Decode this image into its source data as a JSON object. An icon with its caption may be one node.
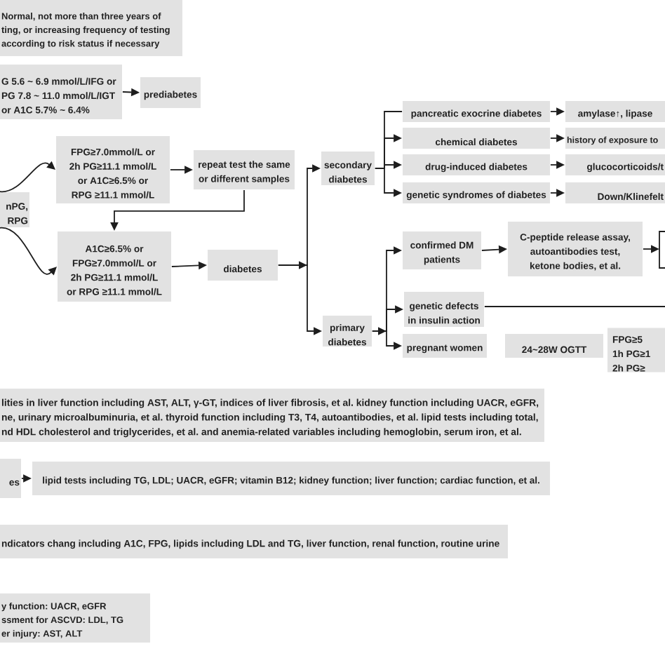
{
  "diagram": {
    "nodes": [
      {
        "text": [
          "Normal, not more than three years of ting, or increasing frequency of testing according to risk status if necessary"
        ]
      },
      {
        "text": [
          "G 5.6 ~ 6.9 mmol/L/IFG or PG 7.8 ~ 11.0 mmol/L/IGT or A1C 5.7% ~ 6.4%"
        ]
      },
      {
        "text": [
          "prediabetes"
        ]
      },
      {
        "text": [
          "nPG, RPG"
        ]
      },
      {
        "text": [
          "FPG≥7.0mmol/L or 2h PG≥11.1 mmol/L or A1C≥6.5% or RPG ≥11.1 mmol/L"
        ]
      },
      {
        "text": [
          "repeat test the same or different samples"
        ]
      },
      {
        "text": [
          "A1C≥6.5% or FPG≥7.0mmol/L or 2h PG≥11.1 mmol/L or RPG ≥11.1 mmol/L"
        ]
      },
      {
        "text": [
          "diabetes"
        ]
      },
      {
        "text": [
          "secondary diabetes"
        ]
      },
      {
        "text": [
          "primary diabetes"
        ]
      },
      {
        "text": [
          "pancreatic exocrine diabetes"
        ]
      },
      {
        "text": [
          "chemical diabetes"
        ]
      },
      {
        "text": [
          "drug-induced diabetes"
        ]
      },
      {
        "text": [
          "genetic syndromes of diabetes"
        ]
      },
      {
        "text": [
          "amylase↑, lipase"
        ]
      },
      {
        "text": [
          "history of exposure to"
        ]
      },
      {
        "text": [
          "glucocorticoids/t"
        ]
      },
      {
        "text": [
          "Down/Klinefelt"
        ]
      },
      {
        "text": [
          "confirmed DM patients"
        ]
      },
      {
        "text": [
          "C-peptide release assay, autoantibodies test, ketone bodies, et al."
        ]
      },
      {
        "text": [
          "genetic defects in insulin action"
        ]
      },
      {
        "text": [
          "pregnant women"
        ]
      },
      {
        "text": [
          "24~28W OGTT"
        ]
      },
      {
        "text": [
          "FPG≥5 1h PG≥1 2h PG≥"
        ]
      },
      {
        "text": [
          "lities in liver function including AST, ALT, γ-GT, indices of liver fibrosis, et al. kidney function including UACR, eGFR, ne, urinary microalbuminuria, et al. thyroid function including T3, T4, autoantibodies, et al. lipid tests including total, nd HDL cholesterol and triglycerides, et al. and anemia-related variables including hemoglobin, serum iron, et al."
        ]
      },
      {
        "text": [
          "es"
        ]
      },
      {
        "text": [
          "lipid tests including TG, LDL; UACR, eGFR; vitamin B12; kidney function; liver function; cardiac function, et al."
        ]
      },
      {
        "text": [
          "ndicators chang including A1C, FPG, lipids including LDL and TG, liver function, renal function, routine urine"
        ]
      },
      {
        "text": [
          "y function: UACR, eGFR ssment for ASCVD: LDL, TG er injury: AST, ALT"
        ]
      }
    ],
    "edges": [
      {
        "from": 1,
        "to": 2,
        "arrow": "to"
      },
      {
        "from": 3,
        "to": 4,
        "arrow": "to"
      },
      {
        "from": 3,
        "to": 6,
        "arrow": "to"
      },
      {
        "from": 4,
        "to": 5,
        "arrow": "to"
      },
      {
        "from": 5,
        "to": 6,
        "arrow": "to"
      },
      {
        "from": 6,
        "to": 7,
        "arrow": "to"
      },
      {
        "from": 7,
        "to": 8,
        "arrow": "to"
      },
      {
        "from": 7,
        "to": 9,
        "arrow": "to"
      },
      {
        "from": 8,
        "to": 10,
        "arrow": "none"
      },
      {
        "from": 8,
        "to": 11,
        "arrow": "to"
      },
      {
        "from": 8,
        "to": 12,
        "arrow": "to"
      },
      {
        "from": 8,
        "to": 13,
        "arrow": "to"
      },
      {
        "from": 10,
        "to": 14,
        "arrow": "to"
      },
      {
        "from": 11,
        "to": 15,
        "arrow": "to"
      },
      {
        "from": 12,
        "to": 16,
        "arrow": "to"
      },
      {
        "from": 13,
        "to": 17,
        "arrow": "to"
      },
      {
        "from": 9,
        "to": 18,
        "arrow": "to"
      },
      {
        "from": 9,
        "to": 20,
        "arrow": "to"
      },
      {
        "from": 9,
        "to": 21,
        "arrow": "to"
      },
      {
        "from": 18,
        "to": 19,
        "arrow": "to"
      },
      {
        "from": 19,
        "to": null,
        "arrow": "to"
      },
      {
        "from": 20,
        "to": null,
        "arrow": "none"
      },
      {
        "from": 25,
        "to": 26,
        "arrow": "to"
      }
    ]
  }
}
